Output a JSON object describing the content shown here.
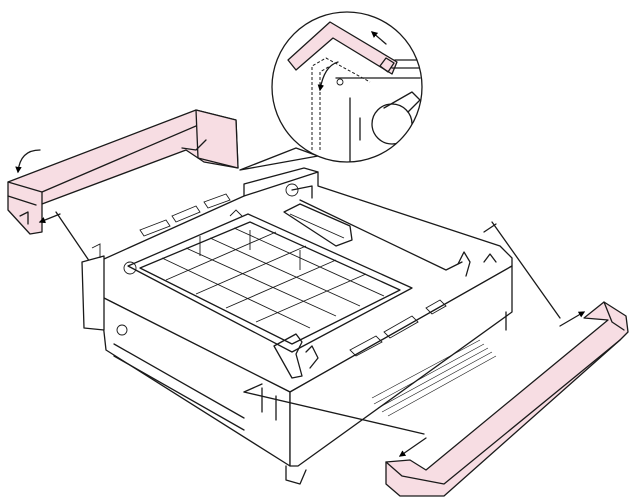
{
  "figure": {
    "colors": {
      "cover": "#f7dde3",
      "cover_stroke": "#1a1a1a",
      "line": "#1a1a1a",
      "background": "#ffffff",
      "arrow": "#000000"
    },
    "parts": [
      {
        "name": "rear-cover",
        "icon": "rear-cover-panel"
      },
      {
        "name": "front-cover",
        "icon": "front-cover-panel"
      },
      {
        "name": "tray-unit",
        "icon": "paper-feed-unit"
      },
      {
        "name": "detail-view",
        "icon": "magnified-circle"
      }
    ],
    "arrows": [
      "lift-arrow",
      "removal-arrow-left",
      "removal-arrow-right",
      "release-arrow"
    ]
  }
}
